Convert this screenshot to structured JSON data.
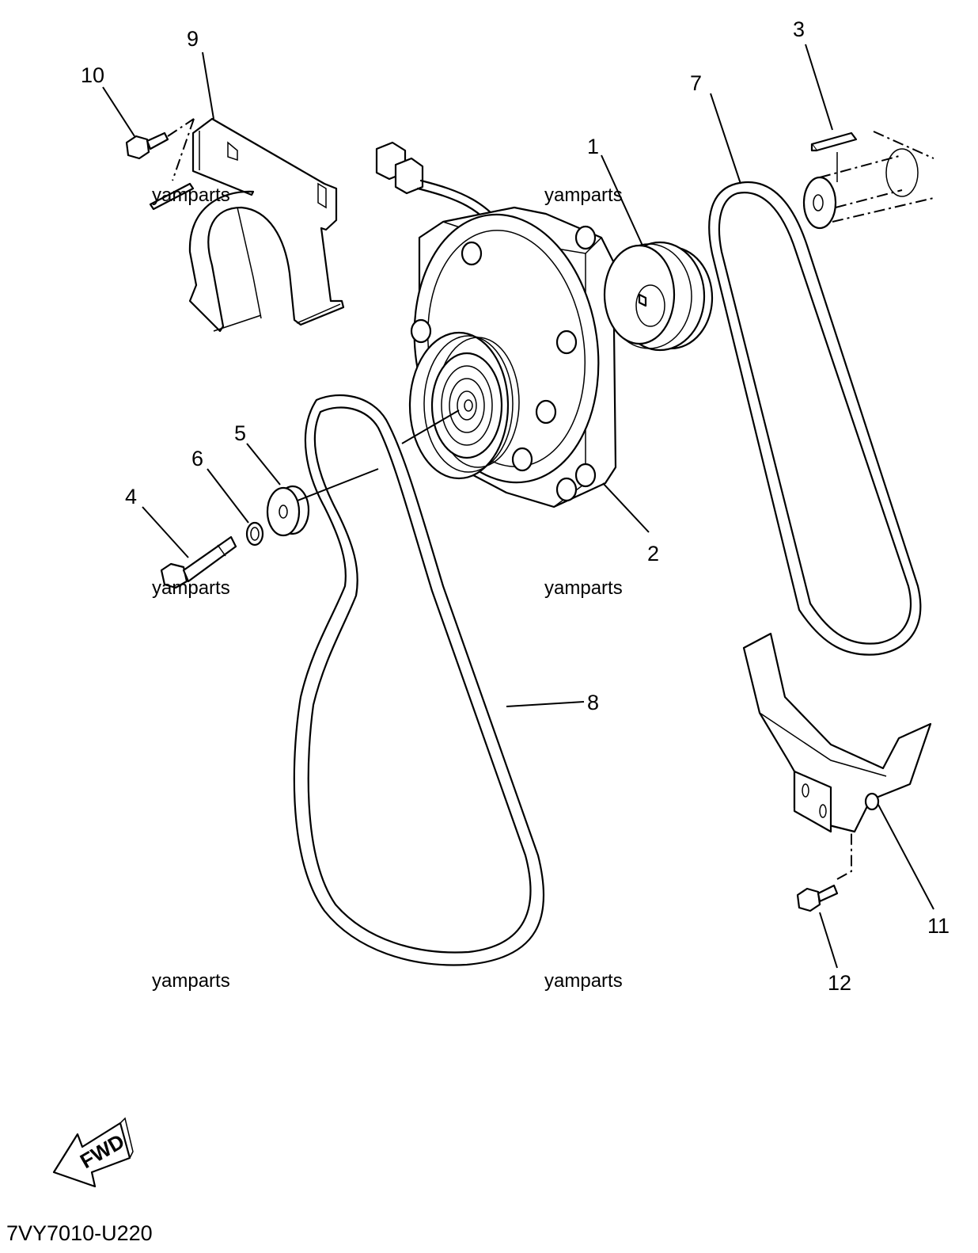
{
  "diagram": {
    "part_numbers": [
      "1",
      "2",
      "3",
      "4",
      "5",
      "6",
      "7",
      "8",
      "9",
      "10",
      "11",
      "12"
    ],
    "watermarks": [
      "yamparts",
      "yamparts",
      "yamparts",
      "yamparts",
      "yamparts",
      "yamparts"
    ],
    "direction_arrow_label": "FWD",
    "diagram_code": "7VY7010-U220"
  }
}
